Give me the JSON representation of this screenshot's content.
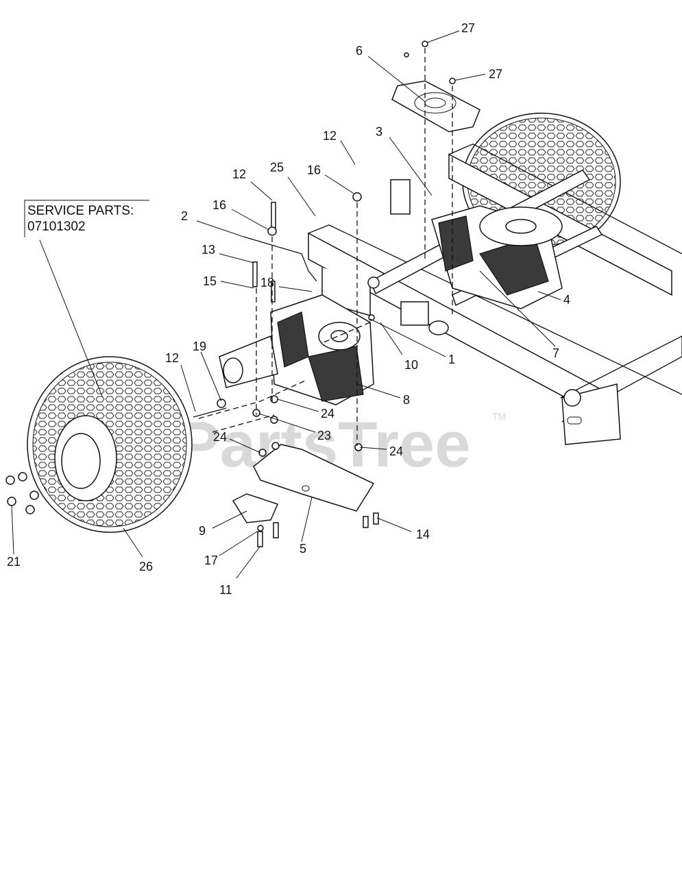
{
  "service_parts": {
    "label": "SERVICE PARTS:",
    "number": "07101302"
  },
  "watermark": {
    "text": "PartsTree",
    "trademark": "TM"
  },
  "callouts": [
    "27",
    "6",
    "27",
    "12",
    "3",
    "25",
    "16",
    "12",
    "16",
    "2",
    "13",
    "15",
    "18",
    "4",
    "7",
    "10",
    "1",
    "19",
    "12",
    "8",
    "24",
    "23",
    "24",
    "24",
    "9",
    "5",
    "14",
    "17",
    "11",
    "21",
    "26"
  ]
}
